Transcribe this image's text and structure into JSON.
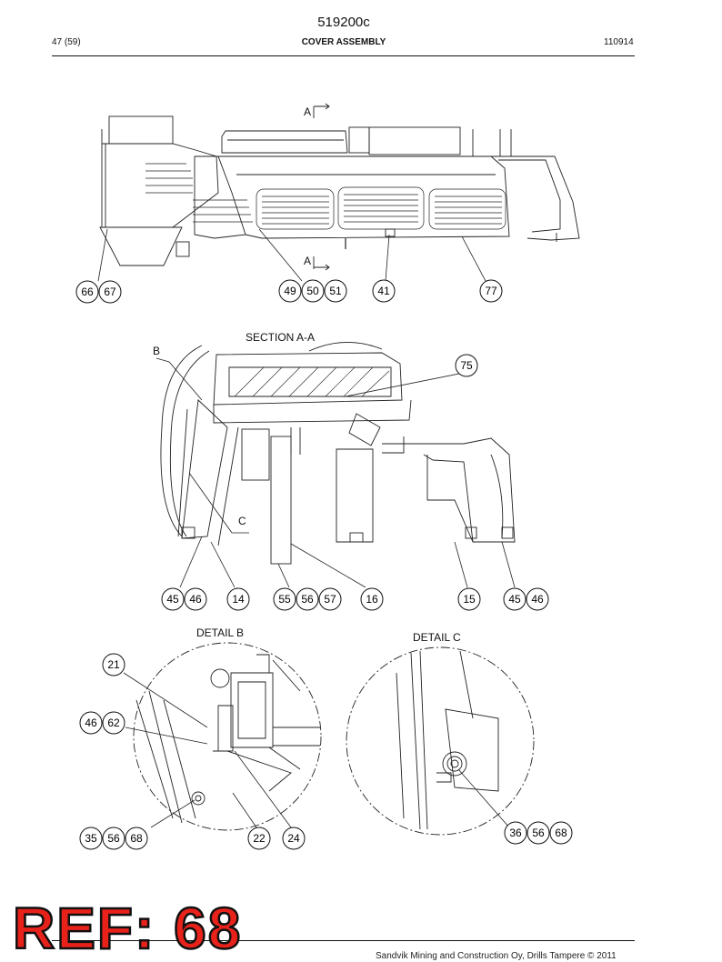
{
  "header": {
    "doc_code": "519200c",
    "page": "47 (59)",
    "title": "COVER ASSEMBLY",
    "date": "110914"
  },
  "views": {
    "section_label": "SECTION A-A",
    "detail_b_label": "DETAIL B",
    "detail_c_label": "DETAIL C",
    "mark_a_top": "A",
    "mark_a_bottom": "A",
    "mark_b": "B",
    "mark_c": "C"
  },
  "callouts": {
    "top": [
      "66",
      "67",
      "49",
      "50",
      "51",
      "41",
      "77"
    ],
    "section": [
      "75",
      "45",
      "46",
      "14",
      "55",
      "56",
      "57",
      "16",
      "15",
      "45",
      "46"
    ],
    "detail_b": [
      "21",
      "46",
      "62",
      "35",
      "56",
      "68",
      "22",
      "24"
    ],
    "detail_c": [
      "36",
      "56",
      "68"
    ]
  },
  "stamp": {
    "text": "REF: 68",
    "color": "#e8221b"
  },
  "footer": {
    "text": "Sandvik Mining and Construction Oy, Drills Tampere © 2011"
  }
}
